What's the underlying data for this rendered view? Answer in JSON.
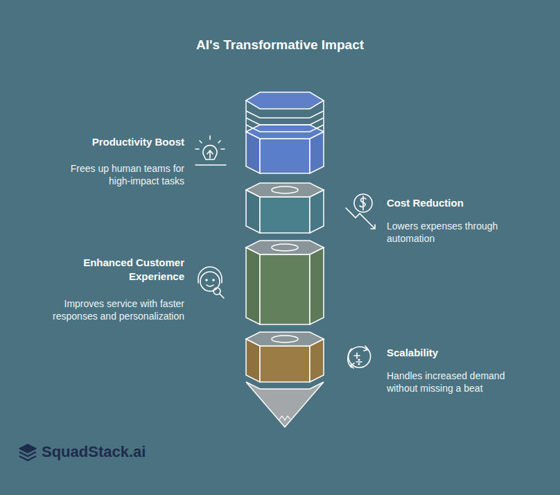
{
  "diagram": {
    "title": "AI's Transformative Impact",
    "labels": [
      "Productivity Boost",
      "Frees up human teams for high-impact tasks",
      "Cost Reduction",
      "Lowers expenses through automation",
      "Enhanced Customer Experience",
      "Improves service with faster responses and personalization",
      "Scalability",
      "Handles increased demand without missing a beat",
      "SquadStack.ai"
    ]
  }
}
